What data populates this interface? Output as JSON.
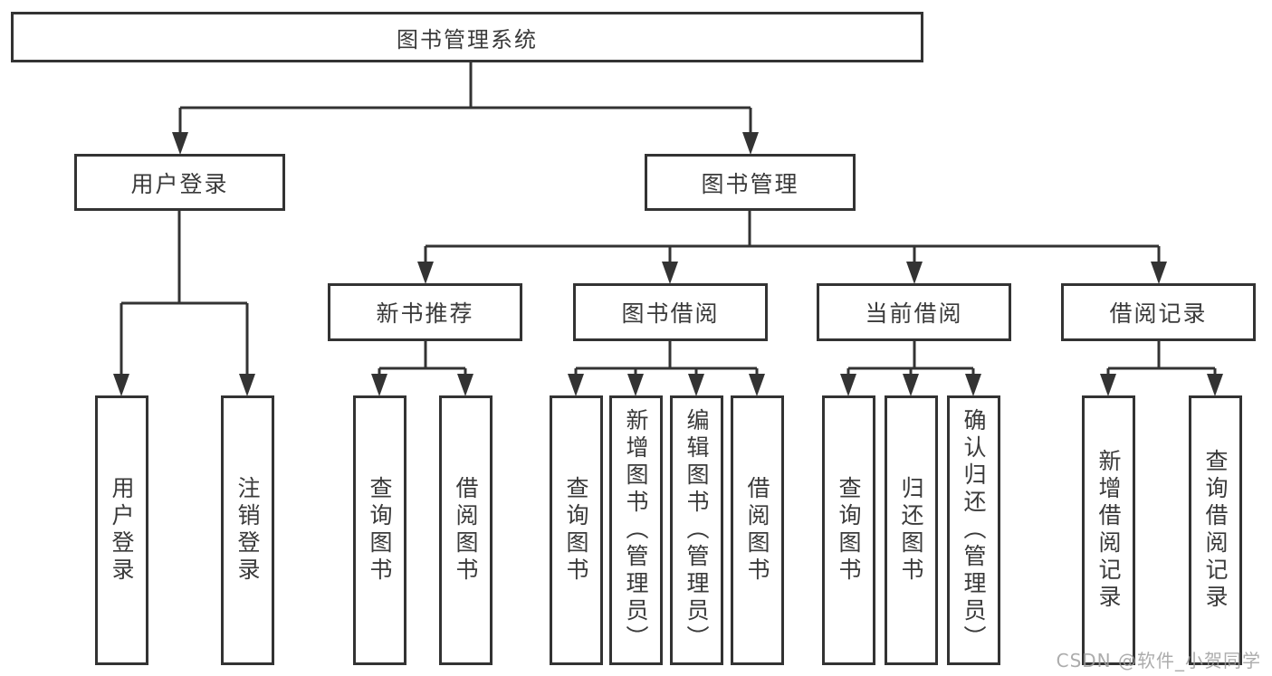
{
  "diagram": {
    "root": {
      "label": "图书管理系统"
    },
    "level2": {
      "user_login": {
        "label": "用户登录"
      },
      "book_management": {
        "label": "图书管理"
      }
    },
    "level3": {
      "new_book_recommend": {
        "label": "新书推荐"
      },
      "book_borrowing": {
        "label": "图书借阅"
      },
      "current_borrowing": {
        "label": "当前借阅"
      },
      "borrowing_records": {
        "label": "借阅记录"
      }
    },
    "leaves": {
      "user_login": {
        "label": "用户登录"
      },
      "logout": {
        "label": "注销登录"
      },
      "rec_query_book": {
        "label": "查询图书"
      },
      "rec_borrow_book": {
        "label": "借阅图书"
      },
      "bb_query_book": {
        "label": "查询图书"
      },
      "bb_add_book": {
        "label": "新增图书（管理员）"
      },
      "bb_edit_book": {
        "label": "编辑图书（管理员）"
      },
      "bb_borrow_book": {
        "label": "借阅图书"
      },
      "cb_query_book": {
        "label": "查询图书"
      },
      "cb_return_book": {
        "label": "归还图书"
      },
      "cb_confirm_return": {
        "label": "确认归还（管理员）"
      },
      "br_add_record": {
        "label": "新增借阅记录"
      },
      "br_query_record": {
        "label": "查询借阅记录"
      }
    }
  },
  "watermark": {
    "text": "CSDN @软件_小贺同学"
  },
  "colors": {
    "line": "#333333",
    "box_border": "#333333",
    "text": "#3a3a3a",
    "watermark": "#9e9e9e",
    "background": "#ffffff"
  }
}
